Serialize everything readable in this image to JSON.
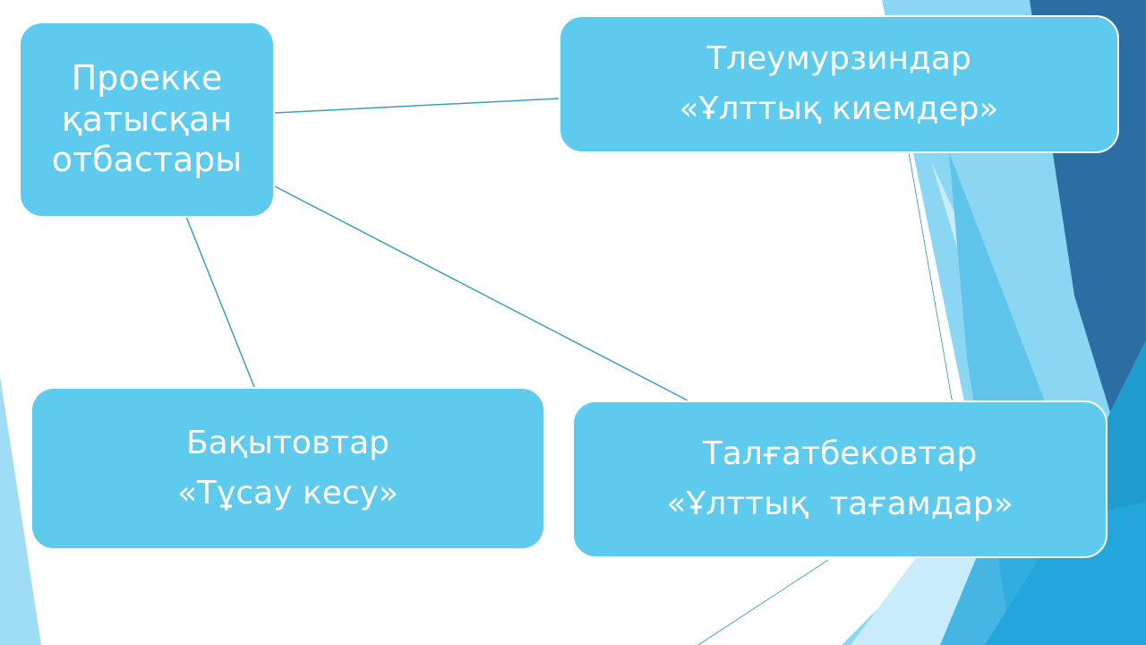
{
  "root": {
    "lines": [
      "Проекке",
      "қатысқан",
      "отбастары"
    ]
  },
  "families": [
    {
      "name": "Тлеумурзиндар",
      "project": "«Ұлттық киемдер»"
    },
    {
      "name": "Бақытовтар",
      "project": "«Тұсау кесу»"
    },
    {
      "name": "Талғатбековтар",
      "project": "«Ұлттық  тағамдар»"
    }
  ],
  "colors": {
    "box": "#5ecbee",
    "connector": "#3a9fba",
    "dark": "#2a6ea3"
  }
}
